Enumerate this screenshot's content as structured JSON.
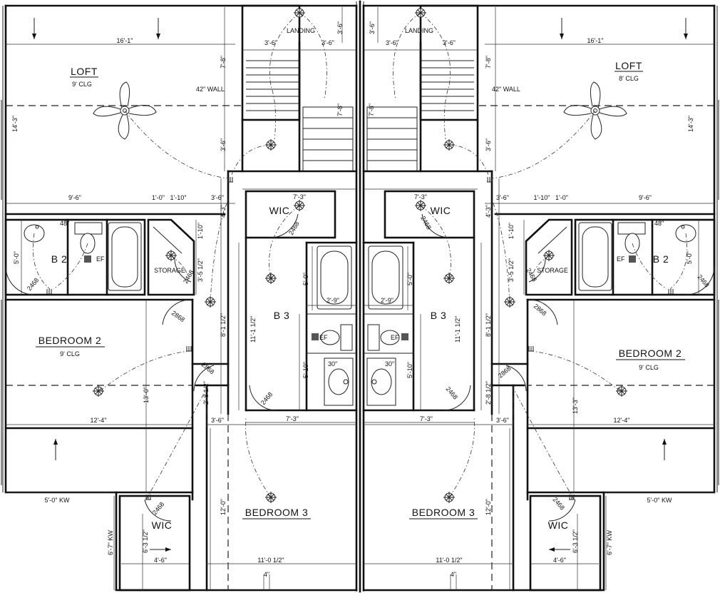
{
  "left_unit": {
    "rooms": {
      "loft": {
        "name": "LOFT",
        "ceiling": "9' CLG"
      },
      "landing": "LANDING",
      "wic_upper": "WIC",
      "bath2": "B 2",
      "storage": "STORAGE",
      "bath3": "B 3",
      "bedroom2": {
        "name": "BEDROOM 2",
        "ceiling": "9' CLG"
      },
      "bedroom3": "BEDROOM 3",
      "wic_lower": "WIC"
    },
    "notes": {
      "wall": "42\" WALL",
      "ef": "EF",
      "tub_note": "48\"",
      "lav_note": "30\""
    },
    "dims": {
      "loft_width": "16'-1\"",
      "loft_depth": "14'-3\"",
      "stair_left": "3'-6\"",
      "stair_right": "3'-6\"",
      "stair_vert_top": "3'-6\"",
      "stair_run_v": "7'-8\"",
      "stair_run_v2": "7'-8\"",
      "stair_side": "3'-6\"",
      "row_a": "9'-6\"",
      "row_b": "1'-0\"",
      "row_c": "1'-10\"",
      "row_d": "3'-6\"",
      "wic_width": "7'-3\"",
      "hall_v": "4'-3\"",
      "bath2_depth": "5'-0\"",
      "door_bath2": "2468",
      "stor_v": "1'-10\"",
      "stor_v2": "3'-5 1/2\"",
      "door_stor": "2468",
      "door_wic": "2468",
      "b3_tub": "5'-0\"",
      "b3_w": "2'-9\"",
      "b3_v": "5'-10\"",
      "b3_len": "11'-1 1/2\"",
      "hall_len": "8'-1 1/2\"",
      "door_bed2": "2868",
      "door_hall": "2868",
      "hall_v3": "2'-8 1/2\"",
      "door_b3": "2468",
      "b3_width": "7'-3\"",
      "bed2_depth": "13'-0\"",
      "bed2_width": "12'-4\"",
      "bed2_hall": "3'-6\"",
      "kw_h": "5'-0\" KW",
      "kw_v": "6'-7\" KW",
      "wic_lower_v": "6'-3 1/2\"",
      "door_wic_lower": "2468",
      "wic_lower_w": "4'-6\"",
      "bed3_depth": "12'-0\"",
      "bed3_width": "11'-0 1/2\"",
      "centerline": "4\""
    }
  },
  "right_unit": {
    "rooms": {
      "loft": {
        "name": "LOFT",
        "ceiling": "8' CLG"
      },
      "landing": "LANDING",
      "wic_upper": "WIC",
      "bath2": "B 2",
      "storage": "STORAGE",
      "bath3": "B 3",
      "bedroom2": {
        "name": "BEDROOM 2",
        "ceiling": "9' CLG"
      },
      "bedroom3": "BEDROOM 3",
      "wic_lower": "WIC"
    },
    "notes": {
      "wall": "42\" WALL",
      "ef": "EF",
      "tub_note": "48\"",
      "lav_note": "30\""
    },
    "dims": {
      "loft_width": "16'-1\"",
      "loft_depth": "14'-3\"",
      "stair_left": "3'-6\"",
      "stair_right": "3'-6\"",
      "stair_vert_top": "3'-6\"",
      "stair_run_v": "7'-8\"",
      "stair_run_v2": "7'-8\"",
      "stair_side": "3'-6\"",
      "row_a": "9'-6\"",
      "row_b": "1'-0\"",
      "row_c": "1'-10\"",
      "row_d": "3'-6\"",
      "wic_width": "7'-3\"",
      "hall_v": "4'-3\"",
      "bath2_depth": "5'-0\"",
      "door_bath2": "2468",
      "stor_v": "1'-10\"",
      "stor_v2": "3'-5 1/2\"",
      "door_stor": "2468",
      "door_wic": "2468",
      "b3_tub": "5'-0\"",
      "b3_w": "2'-9\"",
      "b3_v": "5'-10\"",
      "b3_len": "11'-1 1/2\"",
      "hall_len": "8'-1 1/2\"",
      "door_bed2": "2868",
      "door_hall": "2868",
      "hall_v3": "2'-8 1/2\"",
      "door_b3": "2468",
      "b3_width": "7'-3\"",
      "bed2_depth": "13'-3\"",
      "bed2_width": "12'-4\"",
      "bed2_hall": "3'-6\"",
      "kw_h": "5'-0\" KW",
      "kw_v": "6'-7\" KW",
      "wic_lower_v": "6'-3 1/2\"",
      "door_wic_lower": "2468",
      "wic_lower_w": "4'-6\"",
      "bed3_depth": "12'-0\"",
      "bed3_width": "11'-0 1/2\"",
      "centerline": "4\""
    }
  }
}
